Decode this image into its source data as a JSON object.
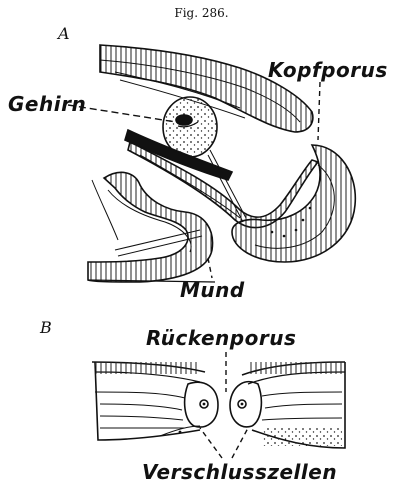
{
  "figure": {
    "title": "Fig. 286.",
    "panel_a": {
      "letter": "A",
      "labels": {
        "kopfporus": "Kopfporus",
        "gehirn": "Gehirn",
        "mund": "Mund"
      }
    },
    "panel_b": {
      "letter": "B",
      "labels": {
        "rueckenporus": "Rückenporus",
        "verschlusszellen": "Verschlusszellen"
      }
    }
  }
}
